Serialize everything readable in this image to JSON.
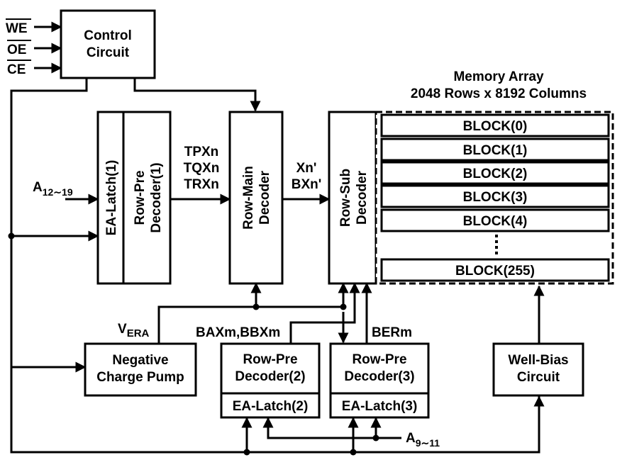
{
  "inputs": {
    "we": "WE",
    "oe": "OE",
    "ce": "CE",
    "a_high": "A",
    "a_high_sub": "12∼19",
    "a_low": "A",
    "a_low_sub": "9∼11"
  },
  "blocks": {
    "control": [
      "Control",
      "Circuit"
    ],
    "ea_latch1": "EA-Latch(1)",
    "row_pre1": [
      "Row-Pre",
      "Decoder(1)"
    ],
    "row_main": [
      "Row-Main",
      "Decoder"
    ],
    "row_sub": [
      "Row-Sub",
      "Decoder"
    ],
    "neg_pump": [
      "Negative",
      "Charge Pump"
    ],
    "row_pre2": [
      "Row-Pre",
      "Decoder(2)"
    ],
    "ea_latch2": "EA-Latch(2)",
    "row_pre3": [
      "Row-Pre",
      "Decoder(3)"
    ],
    "ea_latch3": "EA-Latch(3)",
    "well_bias": [
      "Well-Bias",
      "Circuit"
    ]
  },
  "memory": {
    "title": [
      "Memory Array",
      "2048 Rows x 8192 Columns"
    ],
    "blocks": [
      "BLOCK(0)",
      "BLOCK(1)",
      "BLOCK(2)",
      "BLOCK(3)",
      "BLOCK(4)",
      "BLOCK(255)"
    ]
  },
  "signals": {
    "tp": [
      "TPXn",
      "TQXn",
      "TRXn"
    ],
    "x": [
      "Xn'",
      "BXn'"
    ],
    "vera": "V",
    "vera_sub": "ERA",
    "bax": "BAXm,BBXm",
    "ber": "BERm"
  }
}
